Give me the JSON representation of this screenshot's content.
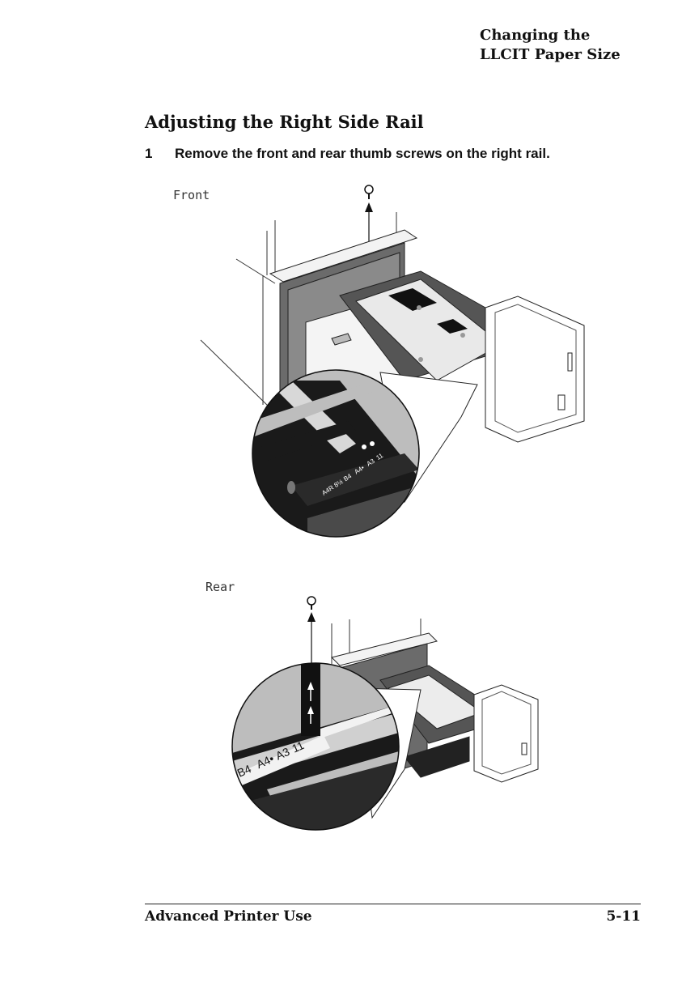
{
  "header": {
    "line1": "Changing the",
    "line2": "LLCIT Paper Size"
  },
  "section_title": "Adjusting the Right Side Rail",
  "step": {
    "number": "1",
    "text": "Remove the front and rear thumb screws on the right rail."
  },
  "figure_front": {
    "label": "Front",
    "scale_labels": [
      "A4R",
      "8½",
      "B4",
      "A4•",
      "A3",
      "11"
    ]
  },
  "figure_rear": {
    "label": "Rear",
    "scale_labels": [
      "B4",
      "A4•",
      "A3",
      "11"
    ]
  },
  "footer": {
    "left": "Advanced Printer Use",
    "right": "5-11"
  }
}
